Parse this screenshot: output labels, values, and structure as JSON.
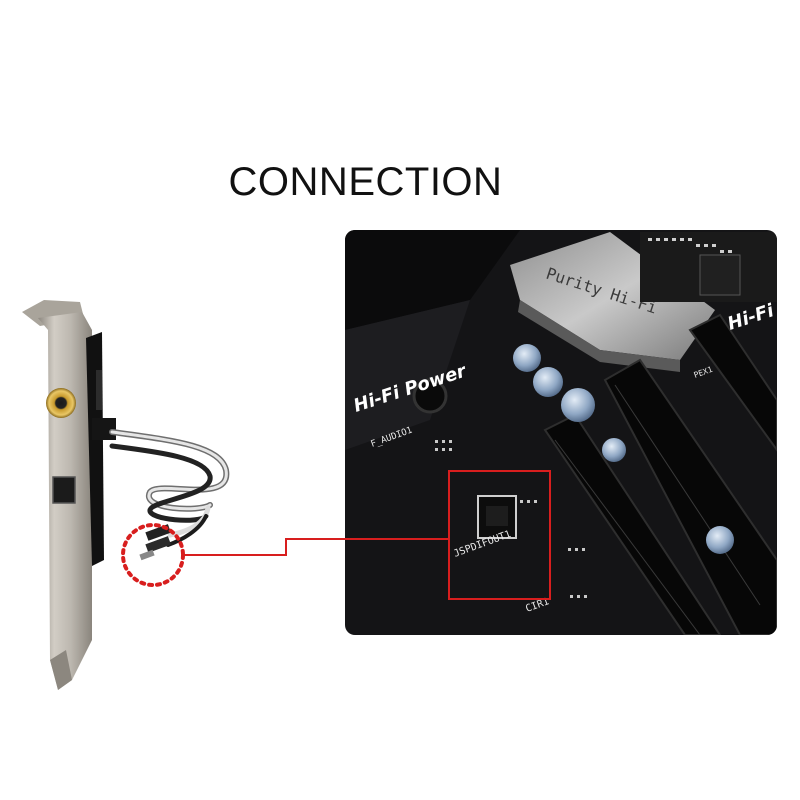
{
  "title": "CONNECTION",
  "board": {
    "brand_left": "Hi-Fi Power",
    "brand_right": "Hi-Fi",
    "shield_label": "Purity Hi-Fi",
    "header_label": "JSPDIFOUT1",
    "audio_label": "F_AUDIO1",
    "cir_label": "CIR1",
    "slot_label": "PEX1"
  },
  "colors": {
    "highlight": "#d81e1e",
    "board": "#141416",
    "bracket": "#b9b4ab"
  }
}
